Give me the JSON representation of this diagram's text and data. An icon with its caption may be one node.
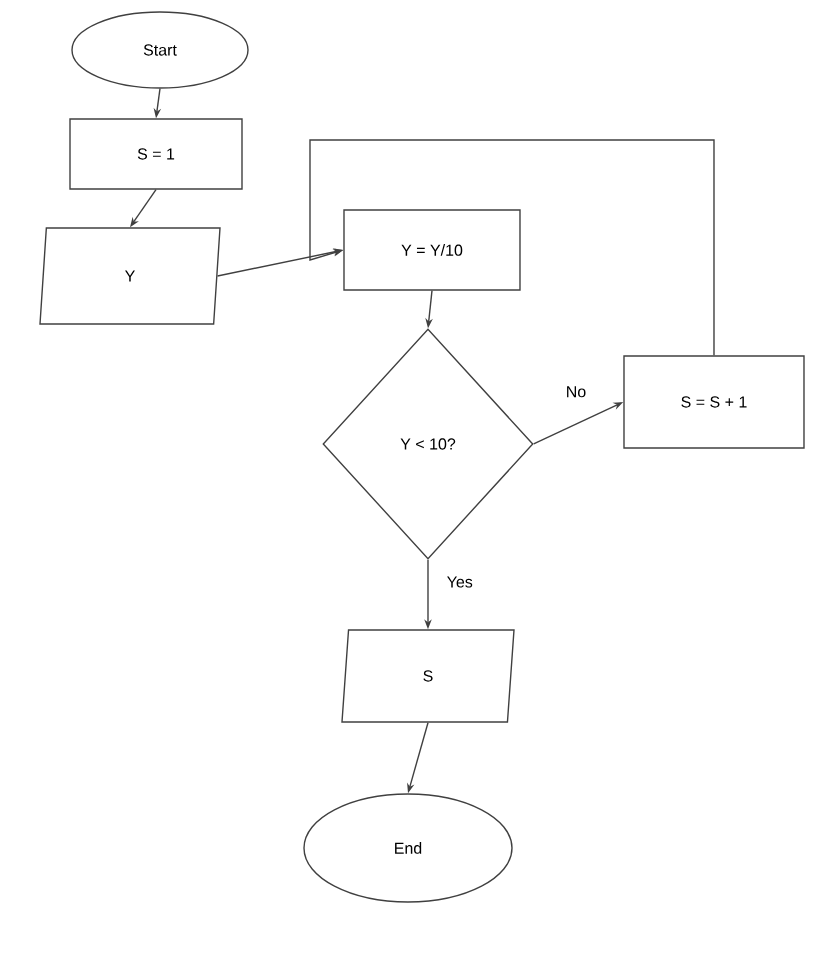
{
  "diagram": {
    "nodes": [
      {
        "text": [
          "Start"
        ]
      },
      {
        "text": [
          "S = 1"
        ]
      },
      {
        "text": [
          "Y"
        ]
      },
      {
        "text": [
          "Y = Y/10"
        ]
      },
      {
        "text": [
          "Y < 10?"
        ]
      },
      {
        "text": [
          "S = S + 1"
        ]
      },
      {
        "text": [
          "S"
        ]
      },
      {
        "text": [
          "End"
        ]
      }
    ],
    "edges": [
      {
        "from": 0,
        "to": 1,
        "arrow": "to"
      },
      {
        "from": 1,
        "to": 2,
        "arrow": "to"
      },
      {
        "from": 2,
        "to": 3,
        "arrow": "to"
      },
      {
        "from": 3,
        "to": 4,
        "arrow": "to"
      },
      {
        "from": 4,
        "to": 5,
        "arrow": "to",
        "label": "No"
      },
      {
        "from": 5,
        "to": 3,
        "arrow": "to"
      },
      {
        "from": 4,
        "to": 6,
        "arrow": "to",
        "label": "Yes"
      },
      {
        "from": 6,
        "to": 7,
        "arrow": "to"
      }
    ]
  }
}
